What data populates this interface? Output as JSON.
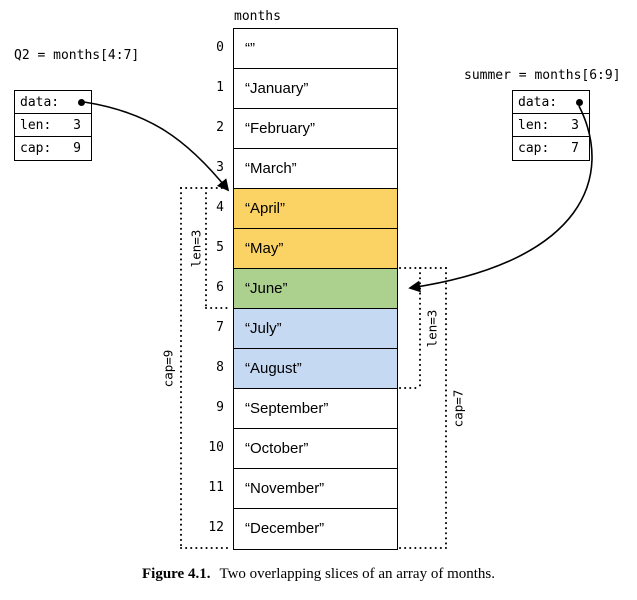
{
  "array": {
    "title": "months",
    "cells": [
      {
        "index": "0",
        "value": "“”",
        "color": "none"
      },
      {
        "index": "1",
        "value": "“January”",
        "color": "none"
      },
      {
        "index": "2",
        "value": "“February”",
        "color": "none"
      },
      {
        "index": "3",
        "value": "“March”",
        "color": "none"
      },
      {
        "index": "4",
        "value": "“April”",
        "color": "q2"
      },
      {
        "index": "5",
        "value": "“May”",
        "color": "q2"
      },
      {
        "index": "6",
        "value": "“June”",
        "color": "overlap"
      },
      {
        "index": "7",
        "value": "“July”",
        "color": "summer"
      },
      {
        "index": "8",
        "value": "“August”",
        "color": "summer"
      },
      {
        "index": "9",
        "value": "“September”",
        "color": "none"
      },
      {
        "index": "10",
        "value": "“October”",
        "color": "none"
      },
      {
        "index": "11",
        "value": "“November”",
        "color": "none"
      },
      {
        "index": "12",
        "value": "“December”",
        "color": "none"
      }
    ]
  },
  "colors": {
    "q2": "#FBD264",
    "overlap": "#ACD18F",
    "summer": "#C6D9F2",
    "none": "#FFFFFF",
    "line": "#000000"
  },
  "slices": {
    "q2": {
      "label": "Q2 = months[4:7]",
      "data_label": "data:",
      "len_label": "len:",
      "len_value": "3",
      "cap_label": "cap:",
      "cap_value": "9"
    },
    "summer": {
      "label": "summer = months[6:9]",
      "data_label": "data:",
      "len_label": "len:",
      "len_value": "3",
      "cap_label": "cap:",
      "cap_value": "7"
    }
  },
  "brackets": {
    "q2_len": "len=3",
    "q2_cap": "cap=9",
    "summer_len": "len=3",
    "summer_cap": "cap=7"
  },
  "caption": {
    "figure": "Figure 4.1.",
    "text": "Two overlapping slices of an array of months."
  }
}
